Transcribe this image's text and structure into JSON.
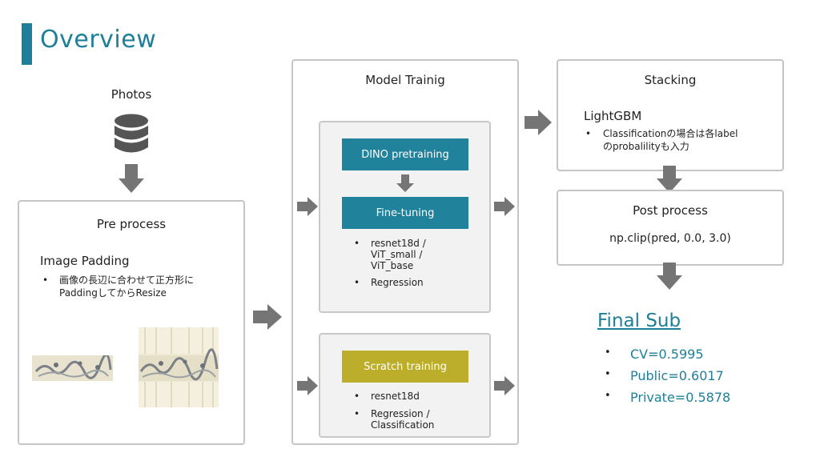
{
  "title": "Overview",
  "photos_label": "Photos",
  "preprocess": {
    "title": "Pre process",
    "heading": "Image Padding",
    "bullet_line1": "画像の長辺に合わせて正方形に",
    "bullet_line2": "PaddingしてからResize"
  },
  "model": {
    "title": "Model Trainig",
    "dino_label": "DINO pretraining",
    "finetune_label": "Fine-tuning",
    "ft_bullet1_line1": "resnet18d /",
    "ft_bullet1_line2": "ViT_small /",
    "ft_bullet1_line3": "ViT_base",
    "ft_bullet2": "Regression",
    "scratch_label": "Scratch training",
    "sc_bullet1": "resnet18d",
    "sc_bullet2_line1": "Regression /",
    "sc_bullet2_line2": "Classification"
  },
  "stacking": {
    "title": "Stacking",
    "heading": "LightGBM",
    "bullet_line1": "Classificationの場合は各label",
    "bullet_line2": "のprobalilityも入力"
  },
  "postprocess": {
    "title": "Post process",
    "body": "np.clip(pred, 0.0, 3.0)"
  },
  "final": {
    "title": "Final Sub",
    "scores": [
      "CV=0.5995",
      "Public=0.6017",
      "Private=0.5878"
    ]
  },
  "bullet_char": "•",
  "colors": {
    "accent": "#1f7f99",
    "button_blue": "#20829b",
    "button_gold": "#bcae2a",
    "arrow": "#757575"
  }
}
